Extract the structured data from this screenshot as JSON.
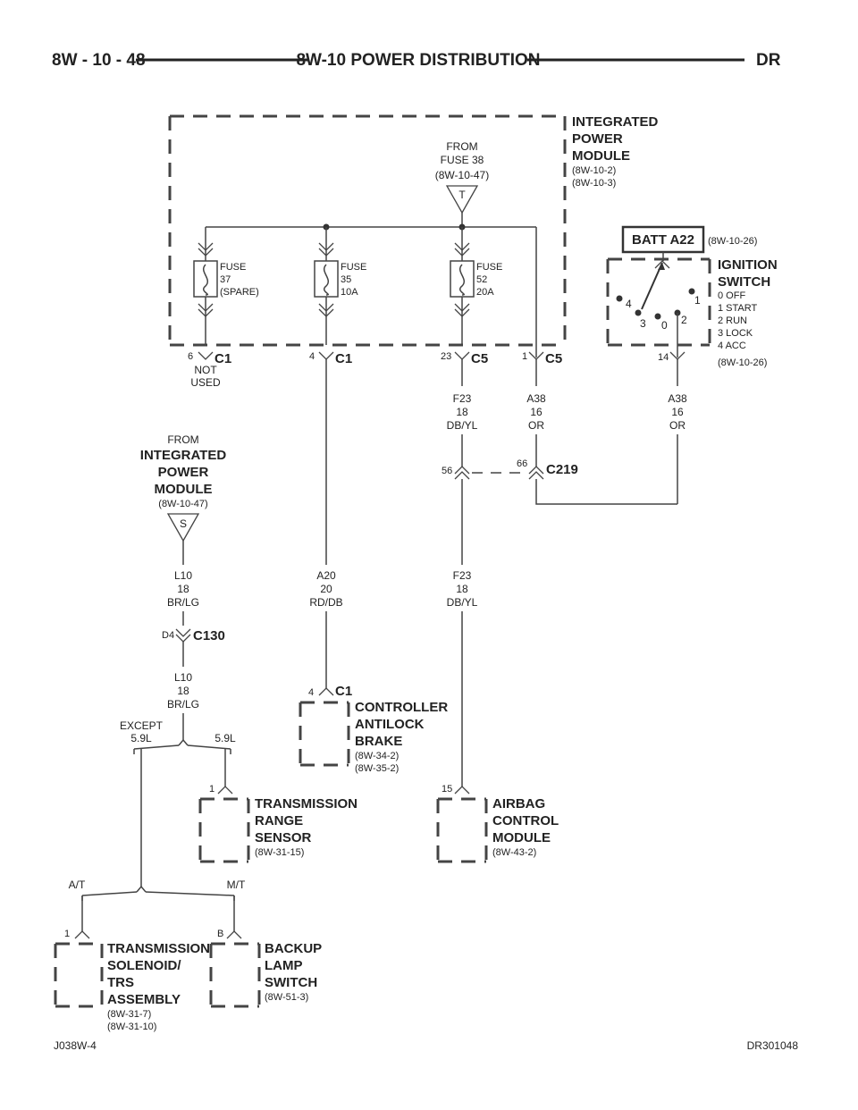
{
  "header": {
    "page_code": "8W - 10 - 48",
    "section_title": "8W-10 POWER DISTRIBUTION",
    "vehicle": "DR"
  },
  "footer": {
    "left_code": "J038W-4",
    "right_code": "DR301048"
  },
  "ipm": {
    "title": [
      "INTEGRATED",
      "POWER",
      "MODULE"
    ],
    "refs": [
      "(8W-10-2)",
      "(8W-10-3)"
    ],
    "from_label": [
      "FROM",
      "FUSE 38"
    ],
    "from_ref": "(8W-10-47)",
    "splice_letter": "T",
    "fuses": [
      {
        "lines": [
          "FUSE",
          "37",
          "(SPARE)"
        ]
      },
      {
        "lines": [
          "FUSE",
          "35",
          "10A"
        ]
      },
      {
        "lines": [
          "FUSE",
          "52",
          "20A"
        ]
      }
    ],
    "pins": [
      {
        "pin": "6",
        "conn": "C1",
        "note": [
          "NOT",
          "USED"
        ]
      },
      {
        "pin": "4",
        "conn": "C1"
      },
      {
        "pin": "23",
        "conn": "C5"
      },
      {
        "pin": "1",
        "conn": "C5"
      }
    ]
  },
  "ignition": {
    "batt_label": "BATT A22",
    "batt_ref": "(8W-10-26)",
    "title": [
      "IGNITION",
      "SWITCH"
    ],
    "positions": [
      "0 OFF",
      "1 START",
      "2 RUN",
      "3 LOCK",
      "4 ACC"
    ],
    "ref": "(8W-10-26)",
    "pin": "14",
    "switch_numbers": [
      "4",
      "3",
      "0",
      "2",
      "1"
    ]
  },
  "wires": {
    "f23_top": [
      "F23",
      "18",
      "DB/YL"
    ],
    "a38_left": [
      "A38",
      "16",
      "OR"
    ],
    "a38_right": [
      "A38",
      "16",
      "OR"
    ],
    "a20": [
      "A20",
      "20",
      "RD/DB"
    ],
    "f23_bottom": [
      "F23",
      "18",
      "DB/YL"
    ],
    "l10_top": [
      "L10",
      "18",
      "BR/LG"
    ],
    "l10_bottom": [
      "L10",
      "18",
      "BR/LG"
    ]
  },
  "c219": {
    "conn": "C219",
    "pin_left": "56",
    "pin_right": "66"
  },
  "from_ipm": {
    "from": "FROM",
    "title": [
      "INTEGRATED",
      "POWER",
      "MODULE"
    ],
    "ref": "(8W-10-47)",
    "splice_letter": "S"
  },
  "c130": {
    "pin": "D4",
    "conn": "C130"
  },
  "branches": {
    "except": "EXCEPT",
    "left_59": "5.9L",
    "right_59": "5.9L",
    "at": "A/T",
    "mt": "M/T"
  },
  "components": {
    "abs": {
      "pin": "4",
      "conn": "C1",
      "title": [
        "CONTROLLER",
        "ANTILOCK",
        "BRAKE"
      ],
      "refs": [
        "(8W-34-2)",
        "(8W-35-2)"
      ]
    },
    "trs": {
      "pin": "1",
      "title": [
        "TRANSMISSION",
        "RANGE",
        "SENSOR"
      ],
      "refs": [
        "(8W-31-15)"
      ]
    },
    "acm": {
      "pin": "15",
      "title": [
        "AIRBAG",
        "CONTROL",
        "MODULE"
      ],
      "refs": [
        "(8W-43-2)"
      ]
    },
    "solenoid": {
      "pin": "1",
      "title": [
        "TRANSMISSION",
        "SOLENOID/",
        "TRS",
        "ASSEMBLY"
      ],
      "refs": [
        "(8W-31-7)",
        "(8W-31-10)"
      ]
    },
    "backup": {
      "pin": "B",
      "title": [
        "BACKUP",
        "LAMP",
        "SWITCH"
      ],
      "refs": [
        "(8W-51-3)"
      ]
    }
  }
}
